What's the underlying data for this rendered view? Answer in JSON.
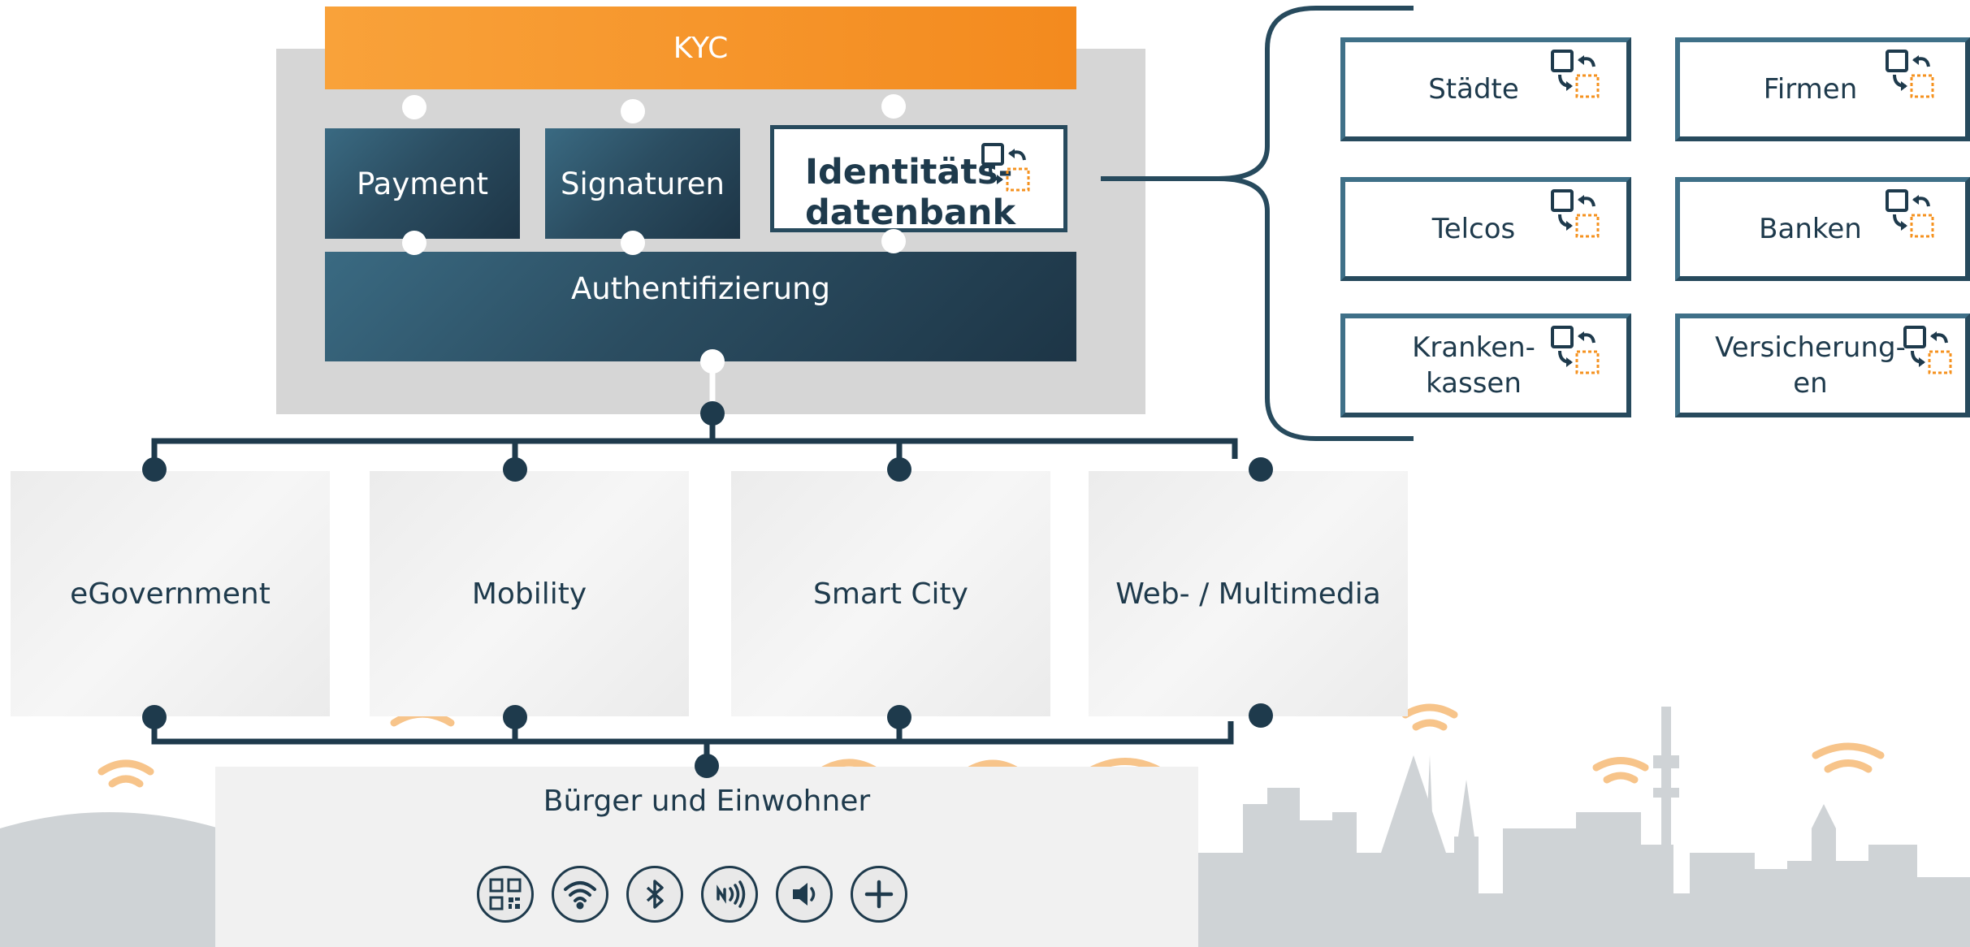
{
  "platform": {
    "kyc_label": "KYC",
    "payment_label": "Payment",
    "signaturen_label": "Signaturen",
    "identity_line1": "Identitäts-",
    "identity_line2": "datenbank",
    "auth_label": "Authentifizierung"
  },
  "applications": [
    {
      "label": "eGovernment"
    },
    {
      "label": "Mobility"
    },
    {
      "label": "Smart City"
    },
    {
      "label": "Web- / Multimedia"
    }
  ],
  "citizens": {
    "label": "Bürger und Einwohner",
    "tech_icons": [
      "qr-code-icon",
      "wifi-icon",
      "bluetooth-icon",
      "nfc-icon",
      "speaker-icon",
      "plus-icon"
    ]
  },
  "identity_sources": [
    {
      "label": "Städte"
    },
    {
      "label": "Firmen"
    },
    {
      "label": "Telcos"
    },
    {
      "label": "Banken"
    },
    {
      "label": "Kranken-\nkassen"
    },
    {
      "label": "Versicherung-\nen"
    }
  ],
  "colors": {
    "orange": "#f5921f",
    "navy": "#1e3a4c",
    "teal": "#3a6a82",
    "panel_grey": "#d6d6d6",
    "skyline_grey": "#cfd3d6",
    "wifi_orange": "#f7c48a"
  }
}
